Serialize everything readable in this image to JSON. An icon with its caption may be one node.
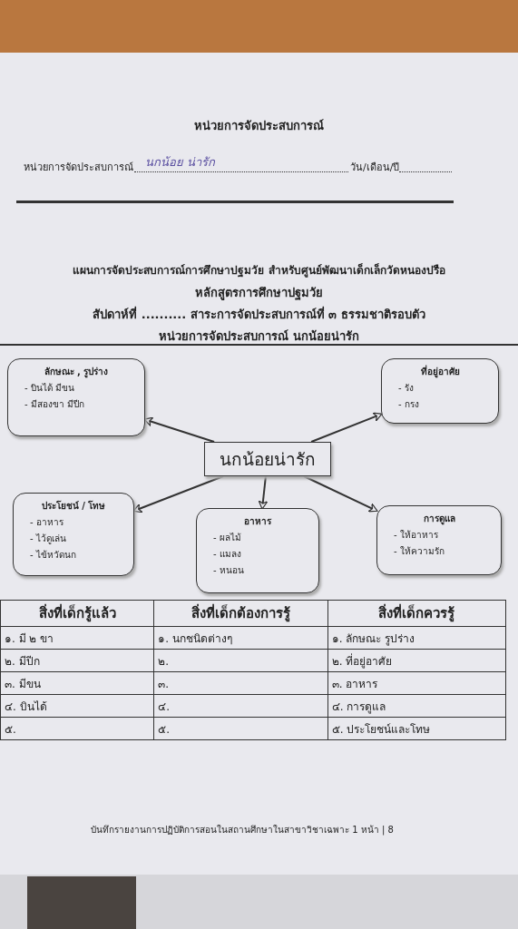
{
  "diagram": {
    "title": "หน่วยการจัดประสบการณ์",
    "nodes": [
      {
        "text": [
          "ลักษณะ , รูปร่าง",
          "- บินได้ มีขน",
          "- มีสองขา มีปีก"
        ]
      },
      {
        "text": [
          "ที่อยู่อาศัย",
          "- รัง",
          "- กรง"
        ]
      },
      {
        "text": [
          "นกน้อยน่ารัก"
        ]
      },
      {
        "text": [
          "ประโยชน์ / โทษ",
          "- อาหาร",
          "- ไว้ดูเล่น",
          "- ไข้หวัดนก"
        ]
      },
      {
        "text": [
          "อาหาร",
          "- ผลไม้",
          "- แมลง",
          "- หนอน"
        ]
      },
      {
        "text": [
          "การดูแล",
          "- ให้อาหาร",
          "- ให้ความรัก"
        ]
      }
    ],
    "edges": [
      {
        "from": 2,
        "to": 0,
        "arrow": "to"
      },
      {
        "from": 2,
        "to": 1,
        "arrow": "to"
      },
      {
        "from": 2,
        "to": 3,
        "arrow": "to"
      },
      {
        "from": 2,
        "to": 4,
        "arrow": "to"
      },
      {
        "from": 2,
        "to": 5,
        "arrow": "to"
      }
    ],
    "labels": [
      "หน่วยการจัดประสบการณ์",
      "นกน้อย น่ารัก",
      "วัน/เดือน/ปี",
      "แผนการจัดประสบการณ์การศึกษาปฐมวัย สำหรับศูนย์พัฒนาเด็กเล็กวัดหนองปรือ",
      "หลักสูตรการศึกษาปฐมวัย",
      "สัปดาห์ที่ .......... สาระการจัดประสบการณ์ที่ ๓ ธรรมชาติรอบตัว",
      "หน่วยการจัดประสบการณ์ นกน้อยน่ารัก",
      "สิ่งที่เด็กรู้แล้ว",
      "สิ่งที่เด็กต้องการรู้",
      "สิ่งที่เด็กควรรู้",
      "๑. มี ๒ ขา",
      "๑. นกชนิดต่างๆ",
      "๑. ลักษณะ รูปร่าง",
      "๒. มีปีก",
      "๒.",
      "๒. ที่อยู่อาศัย",
      "๓. มีขน",
      "๓.",
      "๓. อาหาร",
      "๔. บินได้",
      "๔.",
      "๔. การดูแล",
      "๕.",
      "๕.",
      "๕. ประโยชน์และโทษ",
      "บันทึกรายงานการปฏิบัติการสอนในสถานศึกษาในสาขาวิชาเฉพาะ 1 หน้า | 8"
    ]
  }
}
